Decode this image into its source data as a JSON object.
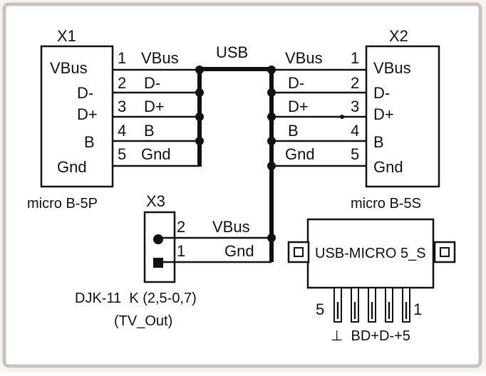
{
  "colors": {
    "background": "#f7f3ee",
    "frame": "#c9c4bd",
    "panel": "#ffffff",
    "ink": "#111111"
  },
  "bus_label": "USB",
  "x1": {
    "ref": "X1",
    "part": "micro B-5P",
    "pins_inside": [
      "VBus",
      "D-",
      "D+",
      "B",
      "Gnd"
    ],
    "pin_numbers": [
      "1",
      "2",
      "3",
      "4",
      "5"
    ],
    "wire_labels": [
      "VBus",
      "D-",
      "D+",
      "B",
      "Gnd"
    ]
  },
  "x2": {
    "ref": "X2",
    "part": "micro B-5S",
    "pins_inside": [
      "VBus",
      "D-",
      "D+",
      "B",
      "Gnd"
    ],
    "pin_numbers": [
      "1",
      "2",
      "3",
      "4",
      "5"
    ],
    "wire_labels": [
      "VBus",
      "D-",
      "D+",
      "B",
      "Gnd"
    ]
  },
  "x3": {
    "ref": "X3",
    "pin_numbers": [
      "2",
      "1"
    ],
    "wire_labels": [
      "VBus",
      "Gnd"
    ],
    "part_line1": "DJK-11  K (2,5-0,7)",
    "part_line2": "(TV_Out)"
  },
  "footprint": {
    "label": "USB-MICRO 5_S",
    "left_num": "5",
    "right_num": "1",
    "pins_caption": "⊥  BD+D-+5"
  }
}
